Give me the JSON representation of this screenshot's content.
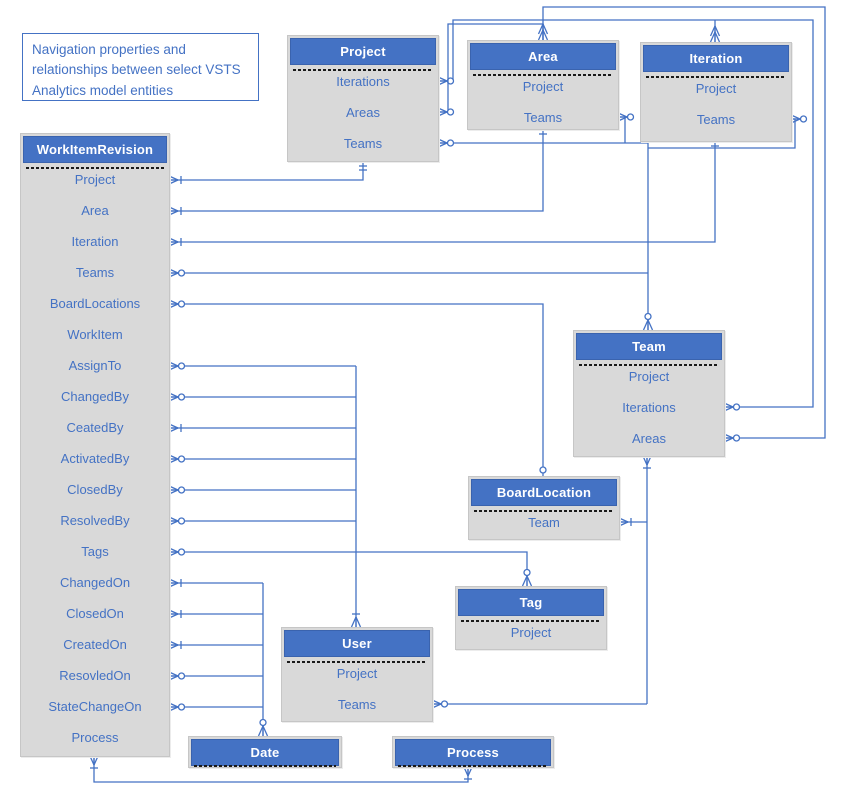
{
  "title_box": {
    "text": "Navigation properties and relationships between select VSTS Analytics model entities"
  },
  "colors": {
    "header_bg": "#4472C4",
    "header_text": "#FFFFFF",
    "body_bg": "#D9D9D9",
    "field_text": "#4472C4",
    "line": "#4472C4",
    "separator": "#1A1A1A",
    "title_text": "#4472C4"
  },
  "entities": [
    {
      "id": "project",
      "name": "Project",
      "fields": [
        "Iterations",
        "Areas",
        "Teams"
      ]
    },
    {
      "id": "area",
      "name": "Area",
      "fields": [
        "Project",
        "Teams"
      ]
    },
    {
      "id": "iteration",
      "name": "Iteration",
      "fields": [
        "Project",
        "Teams"
      ]
    },
    {
      "id": "workitemrevision",
      "name": "WorkItemRevision",
      "fields": [
        "Project",
        "Area",
        "Iteration",
        "Teams",
        "BoardLocations",
        "WorkItem",
        "AssignTo",
        "ChangedBy",
        "CeatedBy",
        "ActivatedBy",
        "ClosedBy",
        "ResolvedBy",
        "Tags",
        "ChangedOn",
        "ClosedOn",
        "CreatedOn",
        "ResovledOn",
        "StateChangeOn",
        "Process"
      ]
    },
    {
      "id": "team",
      "name": "Team",
      "fields": [
        "Project",
        "Iterations",
        "Areas"
      ]
    },
    {
      "id": "boardlocation",
      "name": "BoardLocation",
      "fields": [
        "Team"
      ]
    },
    {
      "id": "tag",
      "name": "Tag",
      "fields": [
        "Project"
      ]
    },
    {
      "id": "user",
      "name": "User",
      "fields": [
        "Project",
        "Teams"
      ]
    },
    {
      "id": "date",
      "name": "Date",
      "fields": []
    },
    {
      "id": "process",
      "name": "Process",
      "fields": []
    }
  ],
  "relationships": [
    {
      "from": "WorkItemRevision.Project",
      "to": "Project"
    },
    {
      "from": "WorkItemRevision.Area",
      "to": "Area"
    },
    {
      "from": "WorkItemRevision.Iteration",
      "to": "Iteration"
    },
    {
      "from": "WorkItemRevision.Teams",
      "to": "Team"
    },
    {
      "from": "WorkItemRevision.BoardLocations",
      "to": "BoardLocation"
    },
    {
      "from": "WorkItemRevision.AssignTo",
      "to": "User"
    },
    {
      "from": "WorkItemRevision.ChangedBy",
      "to": "User"
    },
    {
      "from": "WorkItemRevision.CeatedBy",
      "to": "User"
    },
    {
      "from": "WorkItemRevision.ActivatedBy",
      "to": "User"
    },
    {
      "from": "WorkItemRevision.ClosedBy",
      "to": "User"
    },
    {
      "from": "WorkItemRevision.ResolvedBy",
      "to": "User"
    },
    {
      "from": "WorkItemRevision.Tags",
      "to": "Tag"
    },
    {
      "from": "WorkItemRevision.ChangedOn",
      "to": "Date"
    },
    {
      "from": "WorkItemRevision.ClosedOn",
      "to": "Date"
    },
    {
      "from": "WorkItemRevision.CreatedOn",
      "to": "Date"
    },
    {
      "from": "WorkItemRevision.ResovledOn",
      "to": "Date"
    },
    {
      "from": "WorkItemRevision.StateChangeOn",
      "to": "Date"
    },
    {
      "from": "WorkItemRevision.Process",
      "to": "Process"
    },
    {
      "from": "Project.Iterations",
      "to": "Iteration"
    },
    {
      "from": "Project.Areas",
      "to": "Area"
    },
    {
      "from": "Project.Teams",
      "to": "Team"
    },
    {
      "from": "Area.Teams",
      "to": "Team"
    },
    {
      "from": "Iteration.Teams",
      "to": "Team"
    },
    {
      "from": "Team.Iterations",
      "to": "Iteration"
    },
    {
      "from": "Team.Areas",
      "to": "Area"
    },
    {
      "from": "BoardLocation.Team",
      "to": "Team"
    },
    {
      "from": "User.Teams",
      "to": "Team"
    }
  ]
}
